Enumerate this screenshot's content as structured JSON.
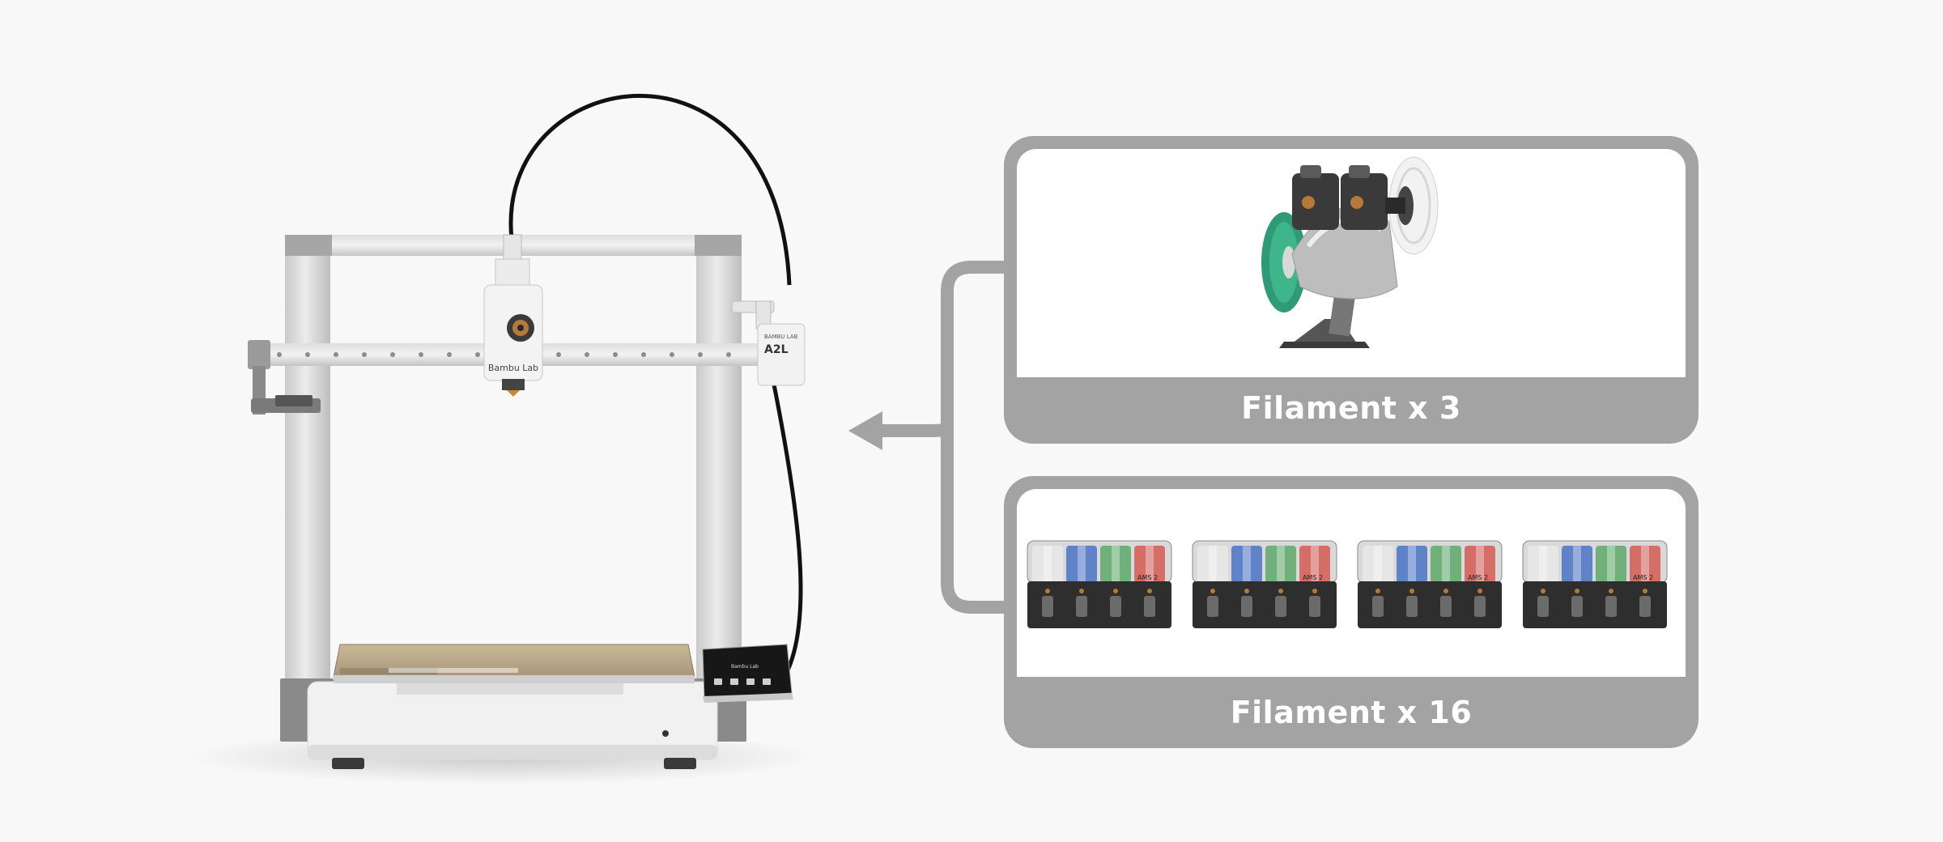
{
  "printer": {
    "head_brand": "Bambu Lab",
    "module_brand": "BAMBU LAB",
    "module_model": "A2L",
    "screen_title": "Bambu Lab"
  },
  "options": [
    {
      "label": "Filament x 3"
    },
    {
      "label": "Filament x 16"
    }
  ],
  "ams_unit_label": "AMS 2",
  "colors": {
    "background": "#f8f8f8",
    "card_frame": "#a3a3a3",
    "card_label_text": "#ffffff",
    "connector": "#a3a3a3",
    "filament_white": "#e8e8e8",
    "filament_blue": "#4a72c4",
    "filament_green": "#5ea868",
    "filament_red": "#d45a52",
    "filament_teal": "#2e9a78"
  }
}
